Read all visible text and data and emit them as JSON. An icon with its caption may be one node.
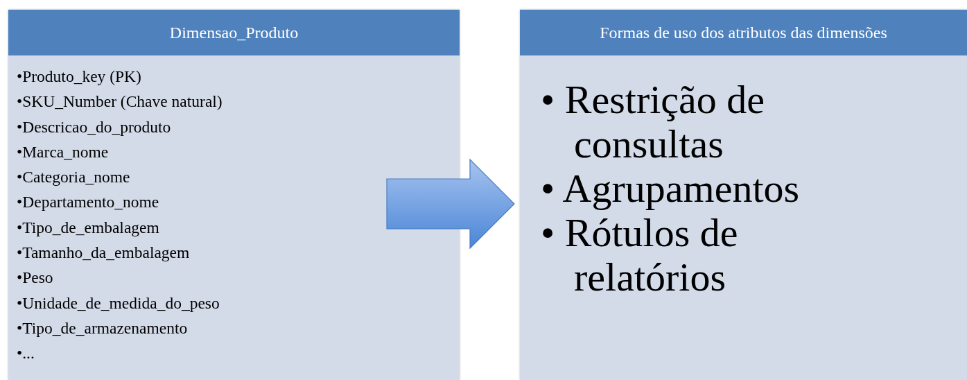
{
  "diagram": {
    "nodes": [
      {
        "text": [
          "Dimensao_Produto",
          "•Produto_key (PK)",
          "•SKU_Number (Chave natural)",
          "•Descricao_do_produto",
          "•Marca_nome",
          "•Categoria_nome",
          "•Departamento_nome",
          "•Tipo_de_embalagem",
          "•Tamanho_da_embalagem",
          "•Peso",
          "•Unidade_de_medida_do_peso",
          "•Tipo_de_armazenamento",
          "•..."
        ]
      },
      {
        "text": [
          "Formas de uso dos atributos das dimensões",
          "• Restrição de consultas",
          "• Agrupamentos",
          "• Rótulos de relatórios"
        ]
      }
    ],
    "edges": [
      {
        "from": 0,
        "to": 1,
        "arrow": "to"
      }
    ]
  }
}
